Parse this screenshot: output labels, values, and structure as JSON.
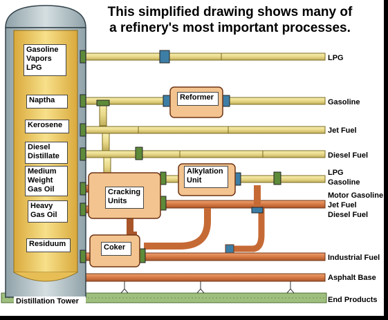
{
  "title_line1": "This simplified drawing shows many of",
  "title_line2": "a refinery's most important processes.",
  "tower_name": "Distillation Tower",
  "end_products": "End Products",
  "tower_labels": [
    "Gasoline",
    "Vapors",
    "LPG",
    "Naptha",
    "Kerosene",
    "Diesel",
    "Distillate",
    "Medium",
    "Weight",
    "Gas Oil",
    "Heavy",
    "Gas Oil",
    "Residuum"
  ],
  "units": {
    "reformer": "Reformer",
    "alkylation_1": "Alkylation",
    "alkylation_2": "Unit",
    "cracking_1": "Cracking",
    "cracking_2": "Units",
    "coker": "Coker"
  },
  "products": [
    "LPG",
    "Gasoline",
    "Jet Fuel",
    "Diesel Fuel",
    "LPG",
    "Gasoline",
    "Motor Gasoline",
    "Jet Fuel",
    "Diesel Fuel",
    "Industrial Fuel",
    "Asphalt Base"
  ],
  "colors": {
    "yellow_pipe": "#e9d98a",
    "orange_pipe": "#d77a45",
    "tower_fill": "#f7e08a",
    "tower_shell": "#d5dfe2",
    "unit_fill": "#f3c48f",
    "ground": "#9fbf7e",
    "flange_blue": "#3d7ea6",
    "flange_green": "#5d8b3a",
    "frame": "#000000"
  }
}
